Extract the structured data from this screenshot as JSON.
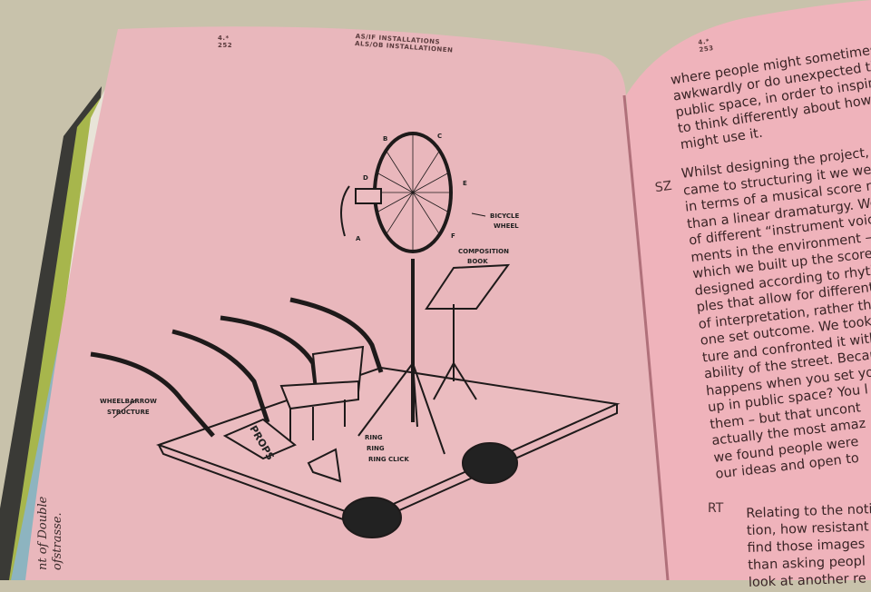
{
  "left_page": {
    "folio_top": "4.*",
    "folio_number": "252",
    "running_head_en": "AS/IF INSTALLATIONS",
    "running_head_de": "ALS/OB INSTALLATIONEN",
    "caption_lines": [
      "nt of Double",
      "ofstrasse."
    ],
    "illustration_labels": {
      "bicycle_wheel": [
        "BICYCLE",
        "WHEEL"
      ],
      "composition_book": [
        "COMPOSITION",
        "BOOK"
      ],
      "wheelbarrow": [
        "WHEELBARROW",
        "STRUCTURE"
      ],
      "props": "PROPS",
      "sound": [
        "RING",
        "RING",
        "RING CLICK"
      ],
      "markers": [
        "A",
        "B",
        "C",
        "D",
        "E",
        "F"
      ]
    }
  },
  "right_page": {
    "folio_top": "4.*",
    "folio_number": "253",
    "paragraph1": [
      "where people might sometimes behave",
      "awkwardly or do unexpected things in",
      "public space, in order to inspire others",
      "to think differently about how they",
      "might use it."
    ],
    "speaker_sz": "SZ",
    "paragraph2": [
      "Whilst designing the project, when it",
      "came to structuring it we were thi",
      "in terms of a musical score rathe",
      "than a linear dramaturgy. We ha",
      "of different “instrument voices”",
      "ments in the environment – wi",
      "which we built up the score. W",
      "designed according to rhythm",
      "ples that allow for different r",
      "of interpretation, rather tha",
      "one set outcome. We took t",
      "ture and confronted it with t",
      "ability of the street. Becau",
      "happens when you set yo",
      "up in public space? You l",
      "them – but that uncont",
      "actually the most amaz",
      "we found people were",
      "our ideas and open to"
    ],
    "speaker_rt": "RT",
    "paragraph3": [
      "Relating to the notio",
      "tion, how resistant",
      "find those images",
      "than asking peopl",
      "look at another re"
    ]
  }
}
